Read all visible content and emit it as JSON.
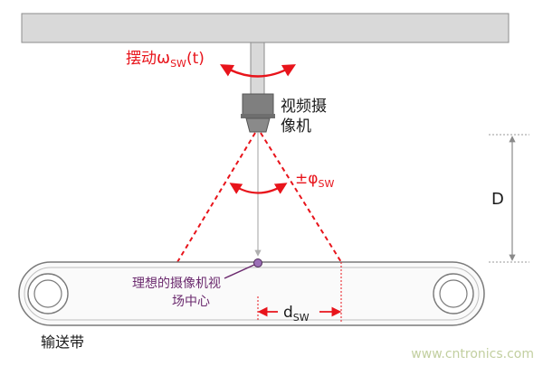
{
  "labels": {
    "swing": "摆动",
    "swing_symbol": "ω",
    "swing_sub": "SW",
    "swing_arg": "(t)",
    "camera_line1": "视频摄",
    "camera_line2": "像机",
    "angle_pm": "±φ",
    "angle_sub": "SW",
    "height": "D",
    "ideal_line1": "理想的摄像机视",
    "ideal_line2": "场中心",
    "offset": "d",
    "offset_sub": "SW",
    "conveyor": "输送带",
    "watermark": "www.cntronics.com"
  },
  "colors": {
    "frame": "#d9d9d9",
    "camera": "#7f7f7f",
    "red": "#e8141b",
    "purple": "#6b2a6e",
    "dot": "#9b6fb6",
    "belt_border": "#8a8a8a",
    "dim": "#8a8a8a"
  }
}
